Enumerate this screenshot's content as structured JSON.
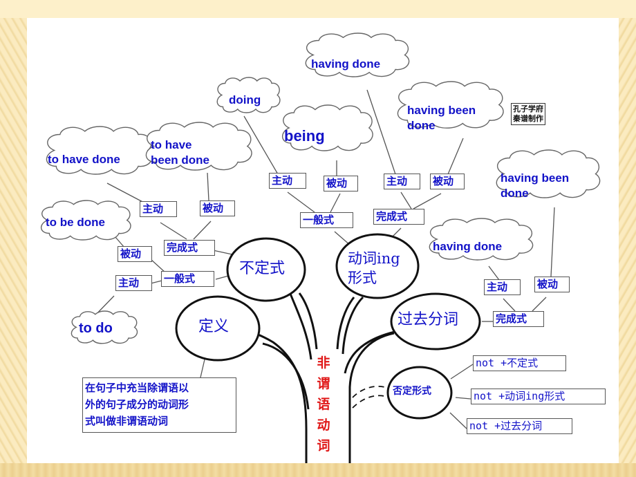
{
  "slide": {
    "background_color": "#FDF0CA",
    "panel_color": "#FFFFFF",
    "text_color": "#1212C8",
    "trunk_text_color": "#E01818"
  },
  "trunk": {
    "label": [
      "非",
      "谓",
      "语",
      "动",
      "词"
    ]
  },
  "watermark": {
    "line1": "孔子学府",
    "line2": "秦谱制作"
  },
  "main_nodes": {
    "infinitive": "不定式",
    "ing_form": [
      "动词ing",
      "形式"
    ],
    "past_participle": "过去分词",
    "definition": "定义",
    "negative_form": "否定形式"
  },
  "definition_text": [
    "在句子中充当除谓语以",
    "外的句子成分的动词形",
    "式叫做非谓语动词"
  ],
  "infinitive_branch": {
    "perfect": {
      "label": "完成式",
      "active": {
        "label": "主动",
        "form": "to have done"
      },
      "passive": {
        "label": "被动",
        "form": [
          "to have",
          "been done"
        ]
      }
    },
    "simple": {
      "label": "一般式",
      "active": {
        "label": "主动",
        "form": "to do"
      },
      "passive": {
        "label": "被动",
        "form": "to be done"
      }
    }
  },
  "ing_branch": {
    "simple": {
      "label": "一般式",
      "active": {
        "label": "主动",
        "form": "doing"
      },
      "passive": {
        "label": "被动",
        "form": "being"
      }
    },
    "perfect": {
      "label": "完成式",
      "active": {
        "label": "主动",
        "form": "having done"
      },
      "passive": {
        "label": "被动",
        "form": [
          "having been",
          "done"
        ]
      }
    }
  },
  "past_participle_branch": {
    "perfect": {
      "label": "完成式",
      "active": {
        "label": "主动",
        "form": "having done"
      },
      "passive": {
        "label": "被动",
        "form": [
          "having been",
          "done"
        ]
      }
    }
  },
  "negative_branch": {
    "items": [
      "not +不定式",
      "not +动词ing形式",
      "not +过去分词"
    ]
  }
}
